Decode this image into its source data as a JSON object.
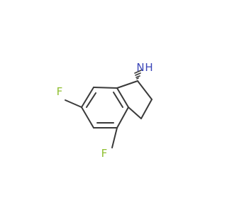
{
  "molecule": {
    "atoms": {
      "amine_n": "N",
      "amine_h": "H",
      "fluorine_6": "F",
      "fluorine_4": "F"
    },
    "colors": {
      "bond": "#3a3a3a",
      "fluorine": "#8fbf2f",
      "nitrogen": "#3b46b8",
      "background": "#ffffff"
    }
  }
}
